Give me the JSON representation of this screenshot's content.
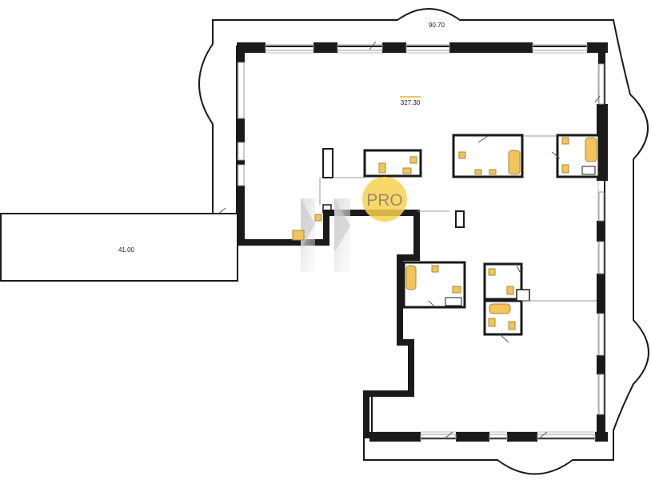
{
  "labels": {
    "terrace_area": "90.70",
    "main_area": "327.30",
    "balcony_area": "41.00",
    "badge": "PRO"
  },
  "colors": {
    "wall": "#1a1a1a",
    "fixture": "#f2c45a",
    "fixture_stroke": "#a88a3a",
    "badge": "#f7d14f",
    "outline": "#1a1a1a"
  }
}
